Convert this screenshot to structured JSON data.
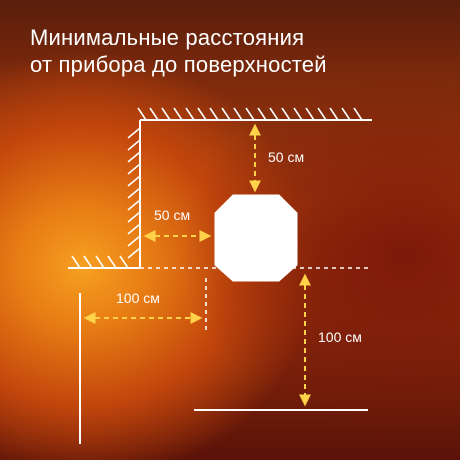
{
  "title": {
    "line1": "Минимальные расстояния",
    "line2": "от прибора до поверхностей"
  },
  "labels": {
    "top_gap": "50 см",
    "side_gap": "50 см",
    "front_gap": "100 см",
    "floor_gap": "100 см"
  },
  "colors": {
    "line": "#ffffff",
    "dash": "#ffd24a",
    "device": "#ffffff"
  }
}
